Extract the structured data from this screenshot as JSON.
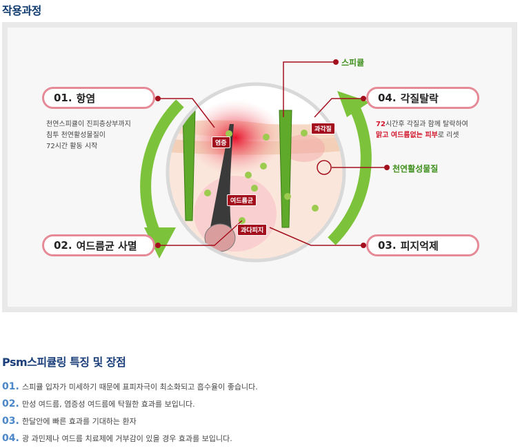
{
  "section_title": "작용과정",
  "steps": [
    {
      "num": "01.",
      "label": "항염"
    },
    {
      "num": "02.",
      "label": "여드름균 사멸"
    },
    {
      "num": "03.",
      "label": "피지억제"
    },
    {
      "num": "04.",
      "label": "각질탈락"
    }
  ],
  "desc_left": [
    "천연스피큘이 진피층상부까지",
    "침투 천연활성물질이",
    "72시간 활동 시작"
  ],
  "desc_right": {
    "line1_red": "72",
    "line1_rest": "시간후 각질과 함께 탈락하여",
    "line2_red": "맑고 여드름없는 피부",
    "line2_rest": "로 리셋"
  },
  "callouts": {
    "spicule": "스피큘",
    "active": "천연활성물질"
  },
  "tags": {
    "inflammation": "염증",
    "keratin": "과각질",
    "acne": "여드름균",
    "sebum": "과다피지"
  },
  "features_title": "Psm스피큘링 특징 및 장점",
  "features": [
    {
      "num": "01.",
      "text": "스피큘 입자가 미세하기 때문에 표피자극이 최소화되고 흡수율이 좋습니다."
    },
    {
      "num": "02.",
      "text": "만성 여드름, 염증성 여드름에 탁월한 효과를 보입니다."
    },
    {
      "num": "03.",
      "text": "한달안에 빠른 효과를 기대하는 환자"
    },
    {
      "num": "04.",
      "text": "광 과민제나 여드름 치료제에 거부감이 있을 경우 효과를 보입니다."
    }
  ],
  "colors": {
    "title": "#0e3a6e",
    "pill_border": "#e58a96",
    "callout_line": "#a40f1d",
    "arrow_green": "#7cc23a",
    "feature_num": "#4a86c8"
  }
}
